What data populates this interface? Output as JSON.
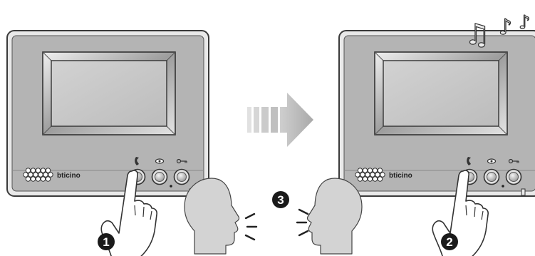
{
  "devices": [
    {
      "brand": "bticino"
    },
    {
      "brand": "bticino"
    }
  ],
  "steps": [
    {
      "number": "1"
    },
    {
      "number": "2"
    },
    {
      "number": "3"
    }
  ],
  "icons": {
    "handset": "handset-icon",
    "eye": "eye-icon",
    "key": "key-icon",
    "music": "music-notes-icon",
    "arrow": "arrow-right-icon"
  },
  "colors": {
    "panel": "#b4b4b4",
    "screen": "#cbcbcb",
    "step_badge": "#1a1a1a",
    "head": "#d3d3d3"
  }
}
